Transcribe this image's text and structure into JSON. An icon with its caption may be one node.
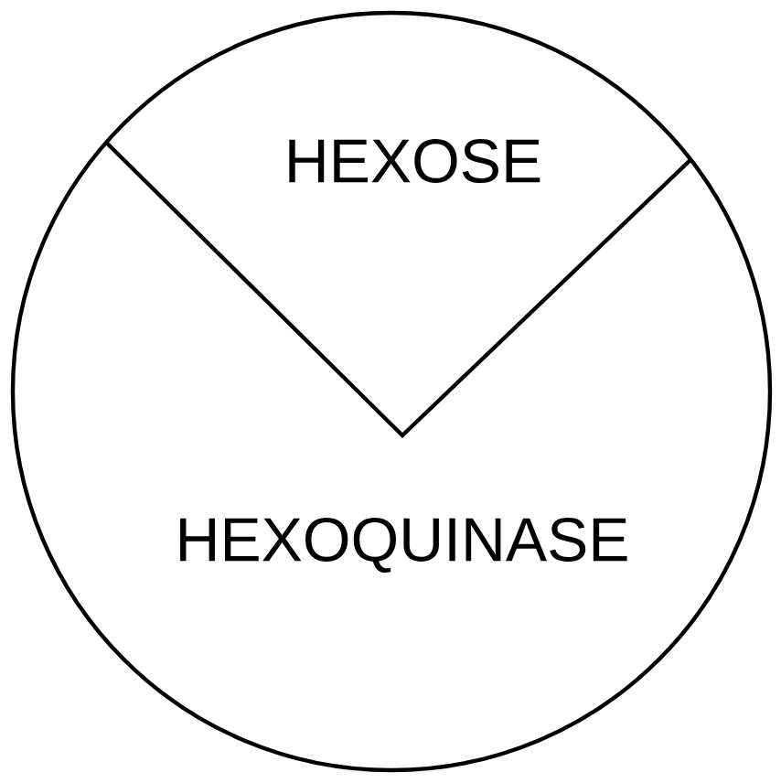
{
  "diagram": {
    "nodes": [
      {
        "text": [
          "HEXOQUINASE"
        ]
      },
      {
        "text": [
          "HEXOSE"
        ],
        "in": 0
      }
    ]
  }
}
